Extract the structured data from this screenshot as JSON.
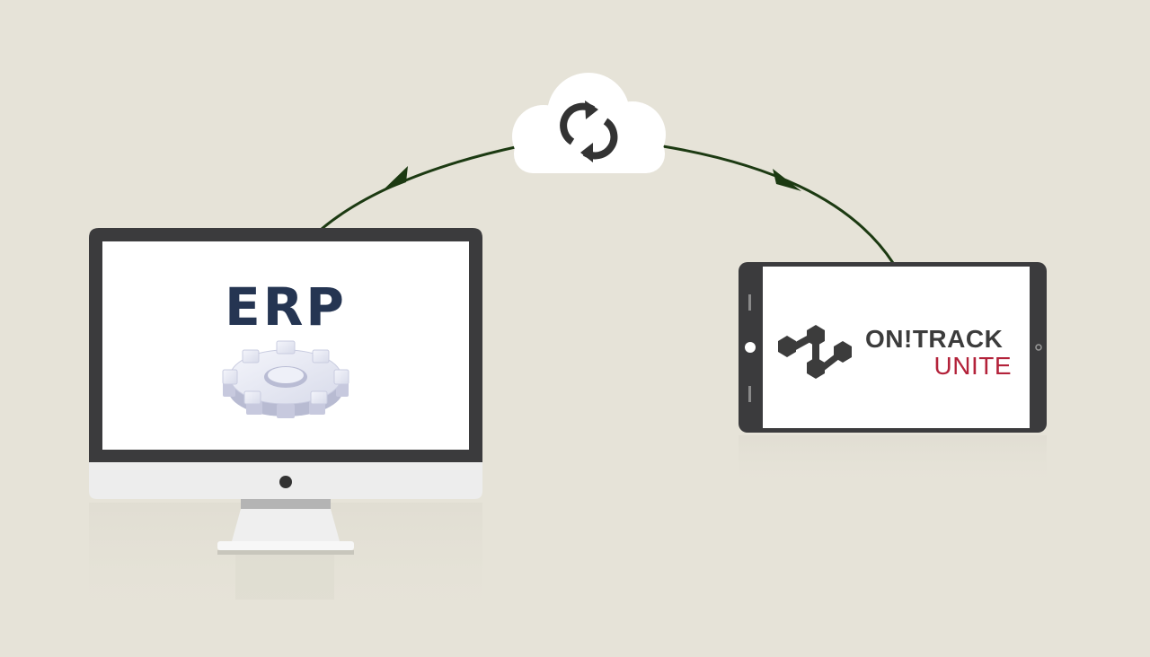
{
  "erp": {
    "label": "ERP"
  },
  "ontrack": {
    "line1": "ON!TRACK",
    "line2": "UNITE"
  },
  "colors": {
    "background": "#e6e3d8",
    "arc": "#1c3a12",
    "erp_text": "#253552",
    "brand_dark": "#3c3c3c",
    "brand_red": "#b3223a"
  },
  "icons": [
    "cloud-sync-icon",
    "gear-icon",
    "hexagon-network-logo-icon"
  ]
}
